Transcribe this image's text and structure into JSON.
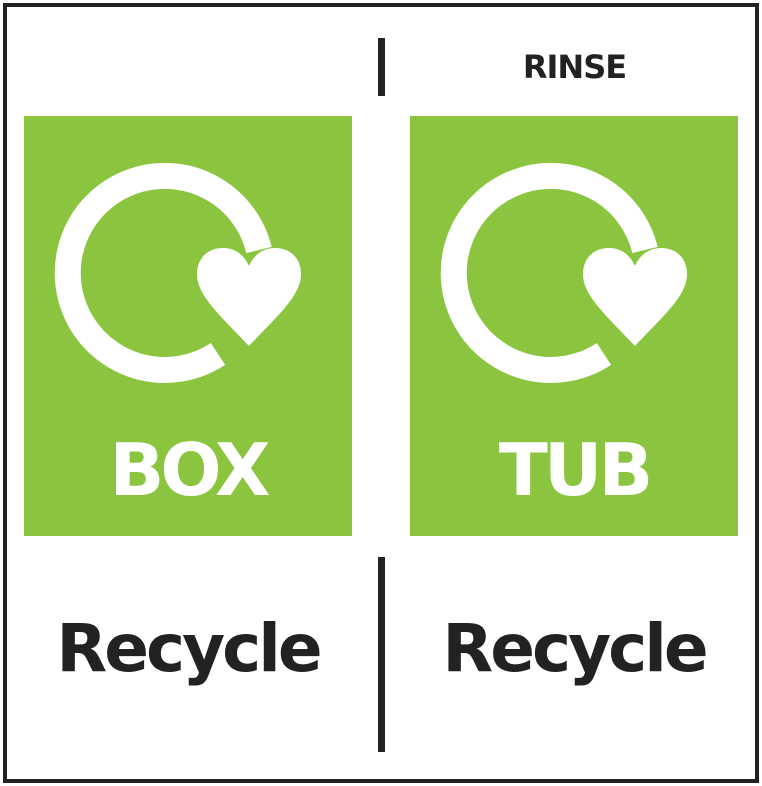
{
  "label": {
    "instructions": [
      "",
      "RINSE"
    ],
    "panels": [
      {
        "material": "BOX",
        "action": "Recycle",
        "icon": "recycle-loop-heart-icon"
      },
      {
        "material": "TUB",
        "action": "Recycle",
        "icon": "recycle-loop-heart-icon"
      }
    ]
  },
  "colors": {
    "panel_green": "#8bc540",
    "text_dark": "#222222",
    "symbol_white": "#ffffff"
  }
}
